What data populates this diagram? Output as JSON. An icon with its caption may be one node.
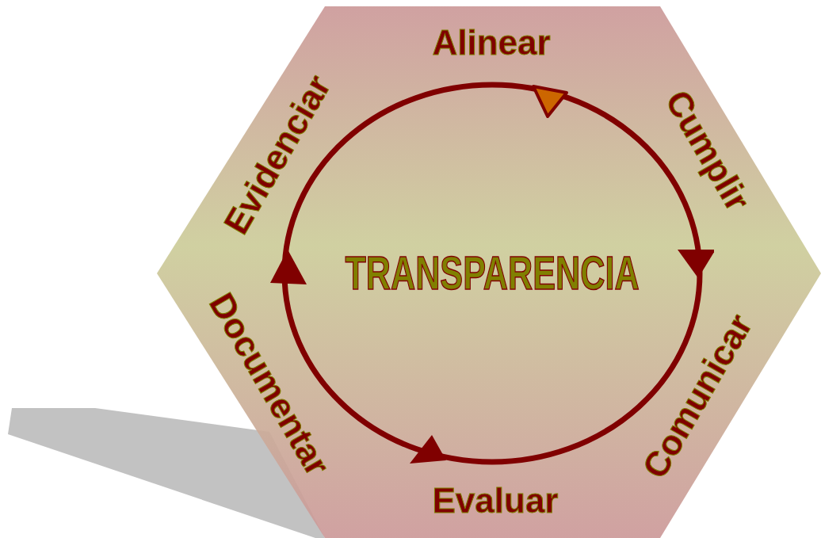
{
  "diagram": {
    "nodes": [
      {
        "text": [
          "Alinear",
          "Cumplir",
          "Comunicar",
          "Evaluar",
          "Documentar",
          "Evidenciar"
        ]
      },
      {
        "text": [
          "TRANSPARENCIA"
        ],
        "in": 0
      }
    ]
  }
}
